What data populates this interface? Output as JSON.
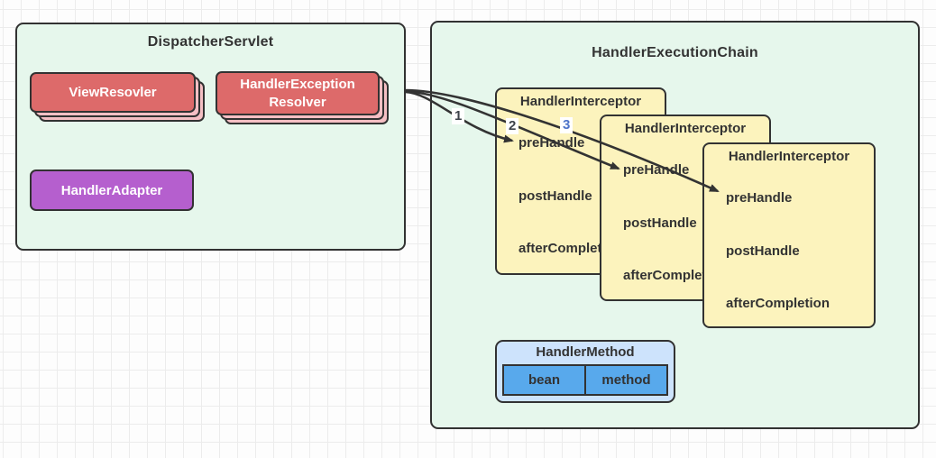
{
  "dispatcher": {
    "title": "DispatcherServlet",
    "view_resolver_label": "ViewResovler",
    "exception_resolver_line1": "HandlerException",
    "exception_resolver_line2": "Resolver",
    "handler_adapter_label": "HandlerAdapter"
  },
  "chain": {
    "title": "HandlerExecutionChain",
    "interceptors": [
      {
        "title": "HandlerInterceptor",
        "methods": [
          "preHandle",
          "postHandle",
          "afterCompletion"
        ]
      },
      {
        "title": "HandlerInterceptor",
        "methods": [
          "preHandle",
          "postHandle",
          "afterCompletion"
        ]
      },
      {
        "title": "HandlerInterceptor",
        "methods": [
          "preHandle",
          "postHandle",
          "afterCompletion"
        ]
      }
    ],
    "handler_method": {
      "title": "HandlerMethod",
      "cells": [
        "bean",
        "method"
      ]
    }
  },
  "arrows": {
    "labels": [
      "1",
      "2",
      "3"
    ]
  },
  "colors": {
    "container_fill": "#e6f7ec",
    "border": "#323232",
    "component_red": "#dd6a6a",
    "component_red_stack": "#f5bfc4",
    "component_purple": "#b55fce",
    "interceptor_yellow": "#fcf3bd",
    "handler_method_header": "#cde3fc",
    "handler_method_cell": "#58a9ec",
    "arrow": "#333333",
    "arrow_label_dark": "#3d434a",
    "arrow_label_blue": "#4e74c9",
    "grid_line": "#ececec"
  }
}
